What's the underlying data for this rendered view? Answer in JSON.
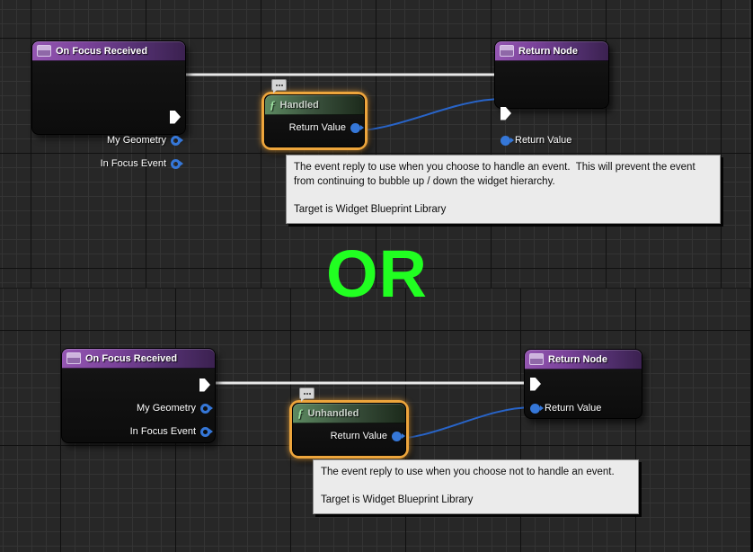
{
  "or_text": {
    "label": "OR",
    "color": "#21ff21"
  },
  "icons": {
    "function_symbol": "ƒ"
  },
  "colors": {
    "exec_wire": "#e9e9e9",
    "data_wire": "#2864c8",
    "pin_blue": "#3577d8",
    "selection_outline": "#eda53c",
    "event_header_purple": "#9456b2",
    "function_header_green": "#5d8a61"
  },
  "graphs": [
    {
      "event_node": {
        "title": "On Focus Received",
        "output_pins": [
          {
            "label": "My Geometry"
          },
          {
            "label": "In Focus Event"
          }
        ]
      },
      "function_node": {
        "title": "Handled",
        "output_pin": "Return Value"
      },
      "return_node": {
        "title": "Return Node",
        "input_pin": "Return Value"
      },
      "tooltip": {
        "body": "The event reply to use when you choose to handle an event.  This will prevent the event from continuing to bubble up / down the widget hierarchy.",
        "target": "Target is Widget Blueprint Library"
      }
    },
    {
      "event_node": {
        "title": "On Focus Received",
        "output_pins": [
          {
            "label": "My Geometry"
          },
          {
            "label": "In Focus Event"
          }
        ]
      },
      "function_node": {
        "title": "Unhandled",
        "output_pin": "Return Value"
      },
      "return_node": {
        "title": "Return Node",
        "input_pin": "Return Value"
      },
      "tooltip": {
        "body": "The event reply to use when you choose not to handle an event.",
        "target": "Target is Widget Blueprint Library"
      }
    }
  ]
}
